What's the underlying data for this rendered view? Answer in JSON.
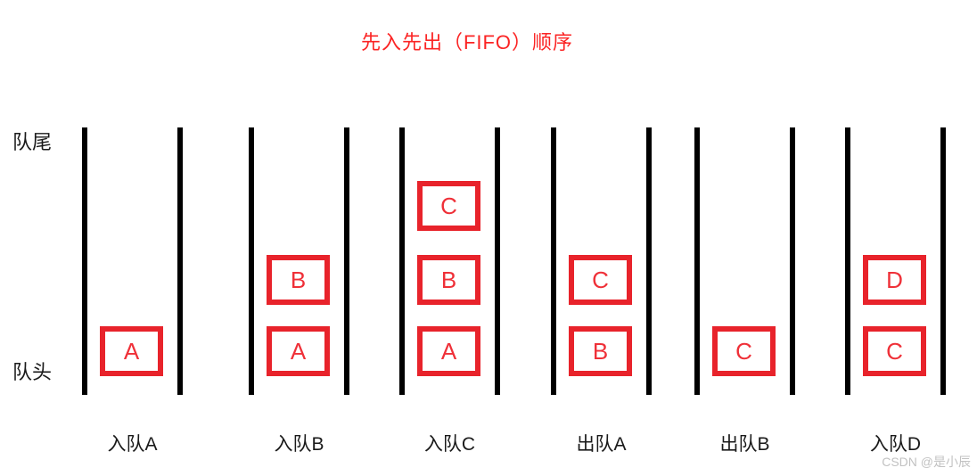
{
  "title": "先入先出（FIFO）顺序",
  "labels": {
    "tail": "队尾",
    "head": "队头"
  },
  "queues": [
    {
      "label": "入队A",
      "items": [
        "A"
      ]
    },
    {
      "label": "入队B",
      "items": [
        "A",
        "B"
      ]
    },
    {
      "label": "入队C",
      "items": [
        "A",
        "B",
        "C"
      ]
    },
    {
      "label": "出队A",
      "items": [
        "B",
        "C"
      ]
    },
    {
      "label": "出队B",
      "items": [
        "C"
      ]
    },
    {
      "label": "入队D",
      "items": [
        "C",
        "D"
      ]
    }
  ],
  "watermark": "CSDN @是小辰",
  "colors": {
    "title_red": "#fb2424",
    "box_border_red": "#e8232b",
    "letter_red": "#ef3038",
    "line_black": "#000000",
    "text_black": "#1a1a1a",
    "watermark_gray": "#c2c2c2"
  }
}
